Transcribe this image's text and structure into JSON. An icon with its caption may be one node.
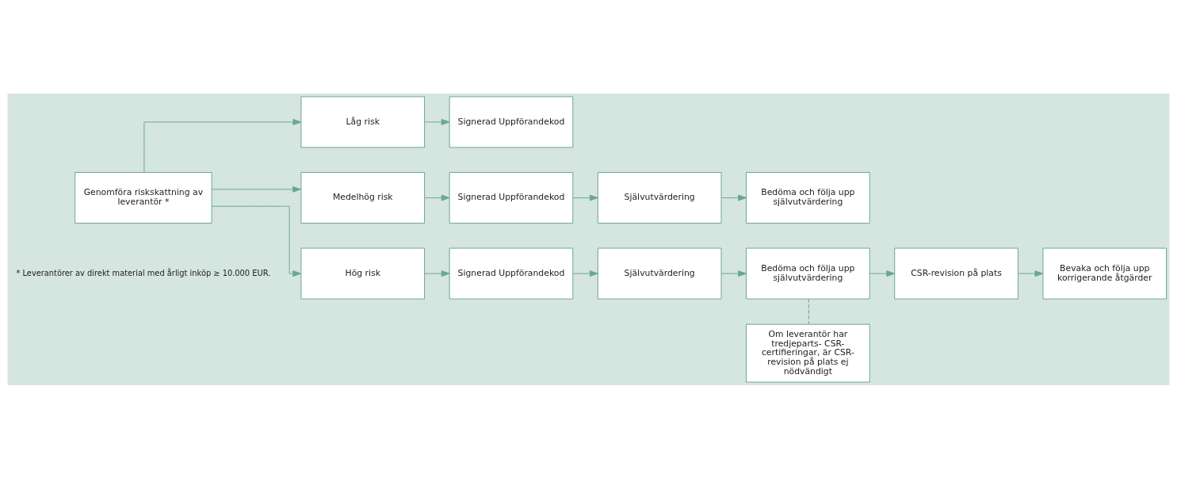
{
  "diagram": {
    "nodes": [
      {
        "text": [
          "Genomföra riskskattning av leverantör *"
        ]
      },
      {
        "text": [
          "Låg risk"
        ]
      },
      {
        "text": [
          "Signerad Uppförandekod"
        ]
      },
      {
        "text": [
          "Medelhög risk"
        ]
      },
      {
        "text": [
          "Signerad Uppförandekod"
        ]
      },
      {
        "text": [
          "Självutvärdering"
        ]
      },
      {
        "text": [
          "Bedöma och följa upp självutvärdering"
        ]
      },
      {
        "text": [
          "Hög risk"
        ]
      },
      {
        "text": [
          "Signerad Uppförandekod"
        ]
      },
      {
        "text": [
          "Självutvärdering"
        ]
      },
      {
        "text": [
          "Bedöma och följa upp självutvärdering"
        ]
      },
      {
        "text": [
          "CSR-revision på plats"
        ]
      },
      {
        "text": [
          "Bevaka och följa upp korrigerande åtgärder"
        ]
      },
      {
        "text": [
          "Om leverantör har tredjeparts- CSR-certifieringar, är CSR-revision på plats ej nödvändigt"
        ]
      }
    ],
    "edges": [
      {
        "from": 0,
        "to": 1,
        "arrow": "to"
      },
      {
        "from": 0,
        "to": 3,
        "arrow": "to"
      },
      {
        "from": 0,
        "to": 7,
        "arrow": "to"
      },
      {
        "from": 1,
        "to": 2,
        "arrow": "to"
      },
      {
        "from": 3,
        "to": 4,
        "arrow": "to"
      },
      {
        "from": 4,
        "to": 5,
        "arrow": "to"
      },
      {
        "from": 5,
        "to": 6,
        "arrow": "to"
      },
      {
        "from": 7,
        "to": 8,
        "arrow": "to"
      },
      {
        "from": 8,
        "to": 9,
        "arrow": "to"
      },
      {
        "from": 9,
        "to": 10,
        "arrow": "to"
      },
      {
        "from": 10,
        "to": 11,
        "arrow": "to"
      },
      {
        "from": 11,
        "to": 12,
        "arrow": "to"
      },
      {
        "from": 10,
        "to": 13,
        "arrow": "none",
        "style": "dashed"
      }
    ],
    "labels": [
      "* Leverantörer av direkt material med årligt inköp ≥ 10.000 EUR."
    ]
  }
}
